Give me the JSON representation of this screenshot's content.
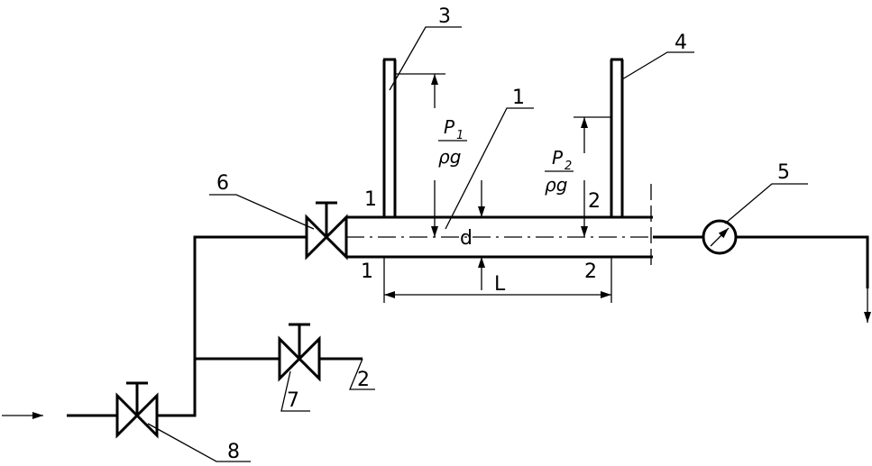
{
  "labels": {
    "n1": "1",
    "n2": "2",
    "n3": "3",
    "n4": "4",
    "n5": "5",
    "n6": "6",
    "n7": "7",
    "n8": "8",
    "outlet_2": "2",
    "sec_1_top": "1",
    "sec_1_bottom": "1",
    "sec_2_top": "2",
    "sec_2_bottom": "2",
    "diameter": "d",
    "length": "L",
    "p1_num": "P",
    "p1_sub": "1",
    "p1_den": "ρg",
    "p2_num": "P",
    "p2_sub": "2",
    "p2_den": "ρg"
  }
}
